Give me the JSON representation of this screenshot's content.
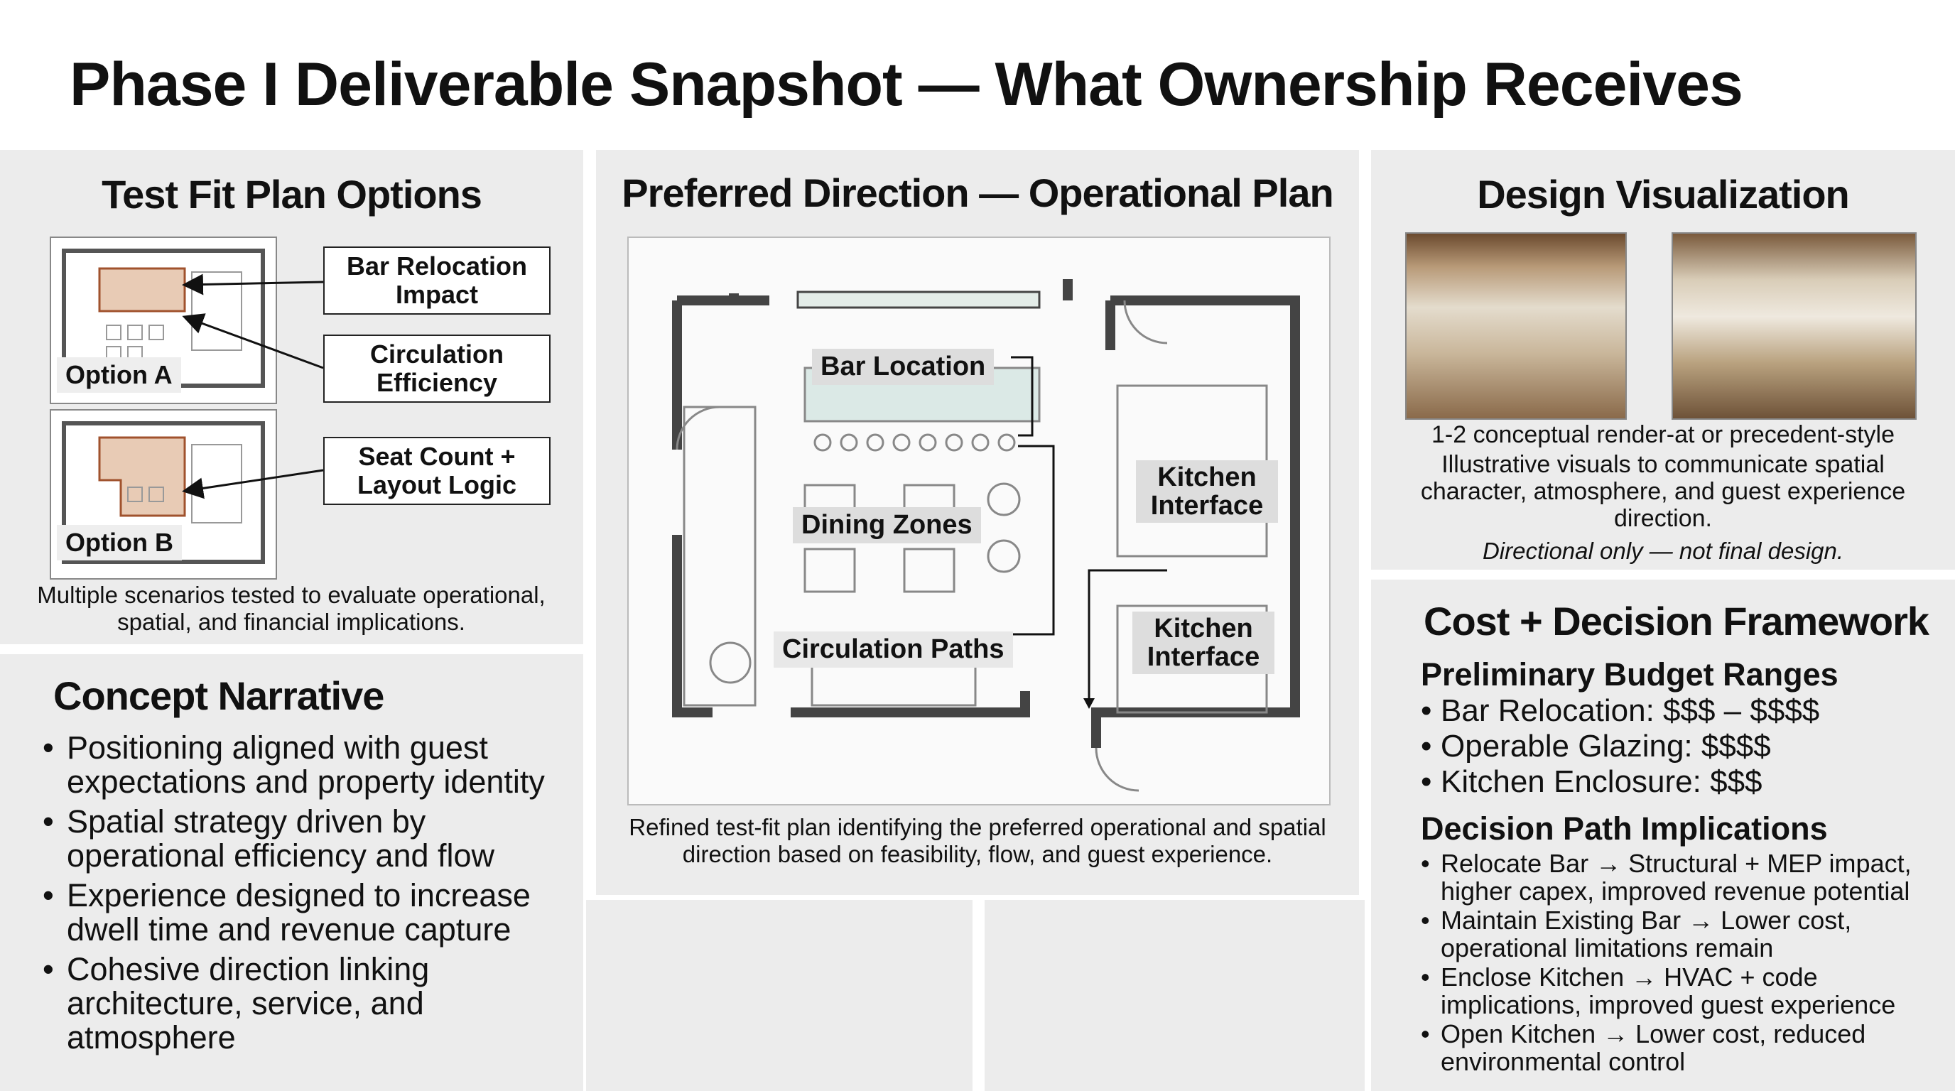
{
  "title": "Phase I Deliverable Snapshot — What Ownership Receives",
  "test_fit": {
    "title": "Test Fit Plan Options",
    "option_a": "Option A",
    "option_b": "Option B",
    "callouts": [
      "Bar Relocation Impact",
      "Circulation Efficiency",
      "Seat Count + Layout Logic"
    ],
    "caption": "Multiple scenarios tested to evaluate operational, spatial, and financial implications."
  },
  "narrative": {
    "title": "Concept Narrative",
    "items": [
      "Positioning aligned with guest expectations and property identity",
      "Spatial strategy driven by operational efficiency and flow",
      "Experience designed to increase dwell time and revenue capture",
      "Cohesive direction linking architecture, service, and atmosphere"
    ]
  },
  "preferred": {
    "title": "Preferred Direction — Operational Plan",
    "labels": {
      "bar": "Bar Location",
      "dining": "Dining Zones",
      "circulation": "Circulation Paths",
      "kitchen1": "Kitchen Interface",
      "kitchen2": "Kitchen Interface"
    },
    "caption": "Refined test-fit plan identifying the preferred operational and spatial direction based on feasibility, flow, and guest experience."
  },
  "visualization": {
    "title": "Design Visualization",
    "subtitle": "1-2 conceptual render-at or precedent-style",
    "description": "Illustrative visuals to communicate spatial character, atmosphere, and guest experience direction.",
    "note": "Directional only — not final design."
  },
  "cost": {
    "title": "Cost + Decision Framework",
    "budget_heading": "Preliminary Budget Ranges",
    "budget": [
      "Bar Relocation: $$$ – $$$$",
      "Operable Glazing: $$$$",
      "Kitchen Enclosure: $$$"
    ],
    "decision_heading": "Decision Path Implications",
    "decisions": [
      "Relocate Bar → Structural + MEP impact, higher capex, improved revenue potential",
      "Maintain Existing Bar → Lower cost, operational limitations remain",
      "Enclose Kitchen → HVAC + code implications, improved guest experience",
      "Open Kitchen → Lower cost, reduced environmental control"
    ]
  }
}
